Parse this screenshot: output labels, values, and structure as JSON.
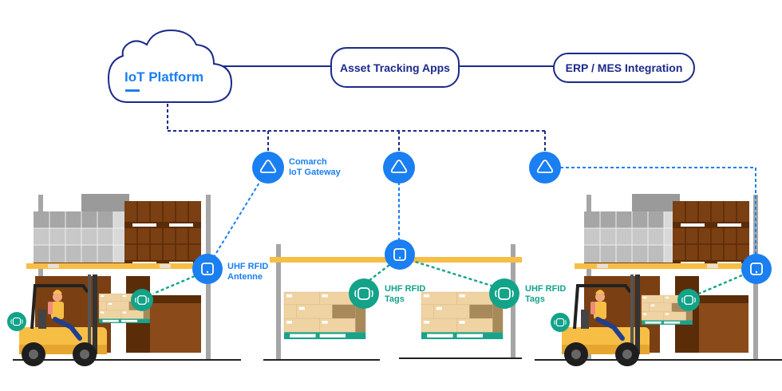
{
  "diagram": {
    "title": "IoT asset tracking architecture",
    "colors": {
      "navy": "#1c2a8a",
      "blue": "#1a7ff0",
      "teal": "#12a389",
      "shelf": "#f7be45",
      "rack": "#a6a6a6",
      "box_light": "#efd3a3",
      "box_dark": "#7a3f12"
    },
    "platform": {
      "label": "IoT Platform",
      "icon": "cloud-icon"
    },
    "apps": [
      {
        "id": "asset-tracking",
        "label": "Asset Tracking Apps"
      },
      {
        "id": "erp-mes",
        "label": "ERP / MES Integration"
      }
    ],
    "gateways": [
      {
        "id": "gw-left",
        "icon": "gateway-icon",
        "label_line1": "Comarch",
        "label_line2": "IoT Gateway"
      },
      {
        "id": "gw-center",
        "icon": "gateway-icon"
      },
      {
        "id": "gw-right",
        "icon": "gateway-icon"
      }
    ],
    "antennas": [
      {
        "id": "ant-left",
        "icon": "antenna-icon",
        "label_line1": "UHF RFID",
        "label_line2": "Antenne"
      },
      {
        "id": "ant-center",
        "icon": "antenna-icon"
      },
      {
        "id": "ant-right",
        "icon": "antenna-icon"
      }
    ],
    "tags": [
      {
        "id": "tag-center-left",
        "icon": "rfid-tag-icon",
        "label_line1": "UHF RFID",
        "label_line2": "Tags"
      },
      {
        "id": "tag-center-right",
        "icon": "rfid-tag-icon",
        "label_line1": "UHF RFID",
        "label_line2": "Tags"
      },
      {
        "id": "tag-left-pallet",
        "icon": "rfid-tag-icon"
      },
      {
        "id": "tag-left-forklift",
        "icon": "rfid-tag-icon"
      },
      {
        "id": "tag-right-pallet",
        "icon": "rfid-tag-icon"
      },
      {
        "id": "tag-right-forklift",
        "icon": "rfid-tag-icon"
      }
    ],
    "scenes": [
      {
        "id": "left-warehouse",
        "content": "racking with pallets and forklift"
      },
      {
        "id": "center-warehouse",
        "content": "shelf with two tagged pallets"
      },
      {
        "id": "right-warehouse",
        "content": "racking with pallets and forklift"
      }
    ]
  }
}
